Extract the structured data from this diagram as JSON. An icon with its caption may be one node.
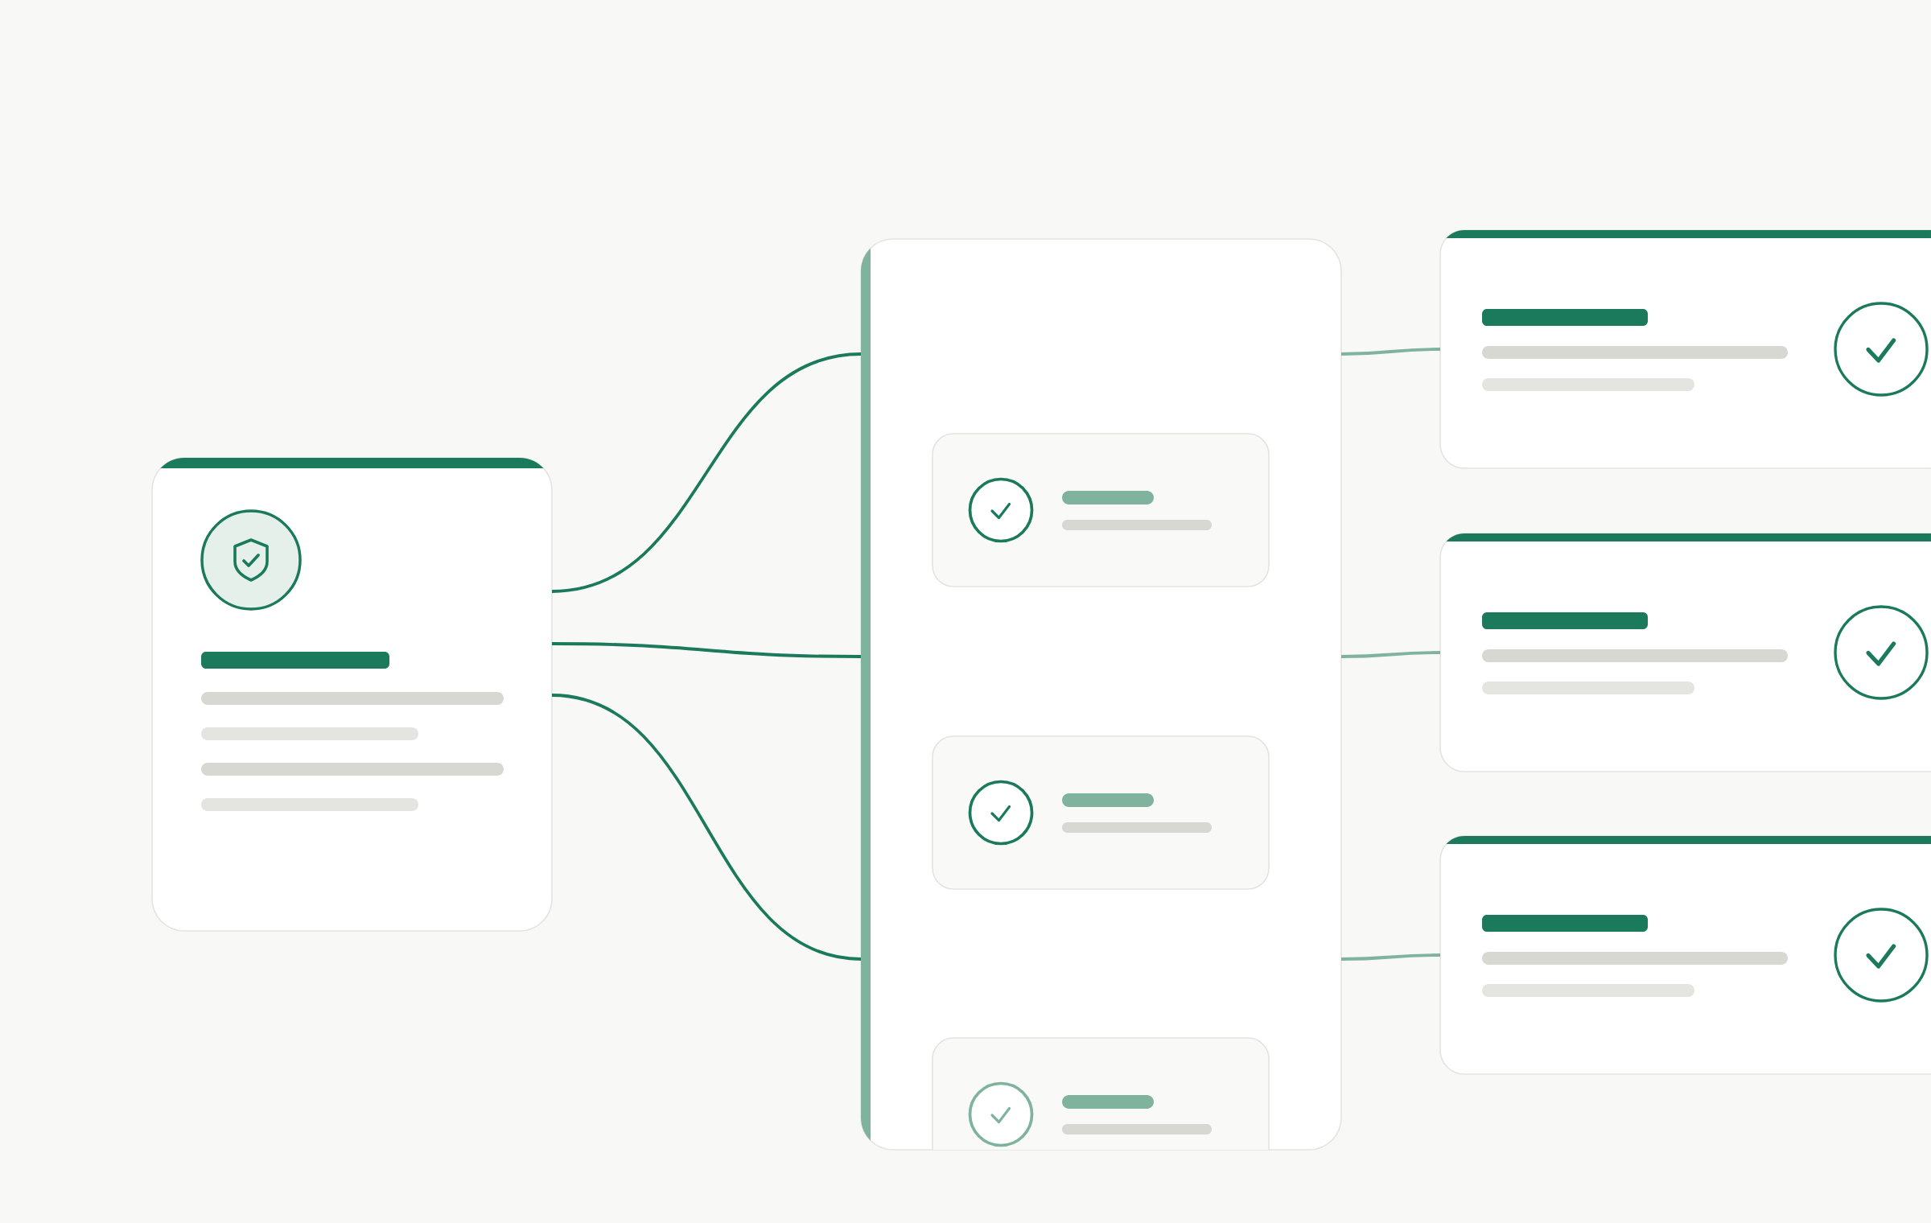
{
  "diagram": {
    "nodes": [
      {
        "text": [],
        "shape": "box"
      },
      {
        "text": [],
        "shape": "box"
      },
      {
        "text": [],
        "shape": "box",
        "in": 1
      },
      {
        "text": [],
        "shape": "box",
        "in": 1
      },
      {
        "text": [],
        "shape": "box",
        "in": 1
      },
      {
        "text": [],
        "shape": "box"
      },
      {
        "text": [],
        "shape": "box"
      },
      {
        "text": [],
        "shape": "box"
      }
    ],
    "edges": [
      {
        "from": 0,
        "to": 1,
        "arrow": "none"
      },
      {
        "from": 0,
        "to": 1,
        "arrow": "none"
      },
      {
        "from": 0,
        "to": 1,
        "arrow": "none"
      },
      {
        "from": 1,
        "to": 5,
        "arrow": "none",
        "color": "#80b39e"
      },
      {
        "from": 1,
        "to": 6,
        "arrow": "none",
        "color": "#80b39e"
      },
      {
        "from": 1,
        "to": 7,
        "arrow": "none",
        "color": "#80b39e"
      }
    ]
  }
}
